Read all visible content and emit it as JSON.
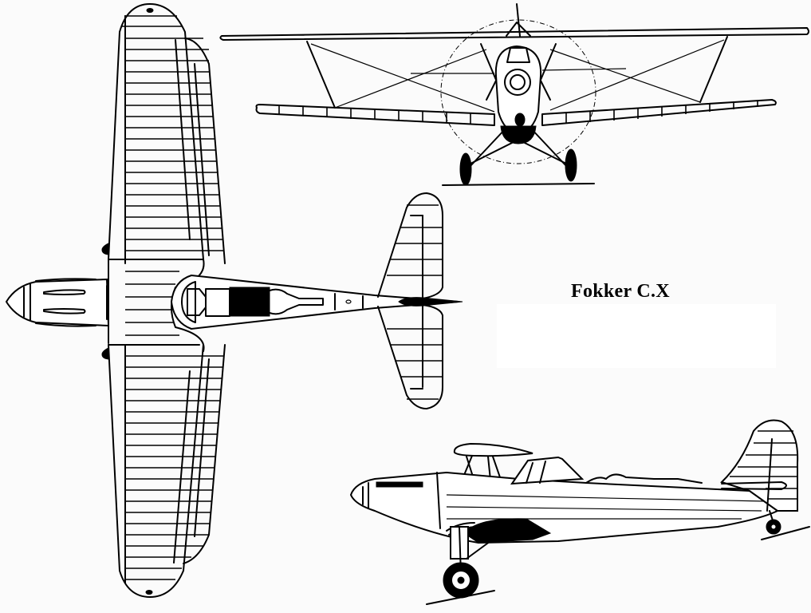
{
  "title": "Fokker C.X",
  "drawing": {
    "type": "three-view aircraft line drawing",
    "views": [
      {
        "name": "top view",
        "description": "plan view, nose pointing left"
      },
      {
        "name": "front view",
        "description": "biplane front view with propeller disc"
      },
      {
        "name": "side view",
        "description": "profile view, nose pointing left, on ground"
      }
    ],
    "colors": {
      "line": "#000000",
      "background": "#fbfbfb",
      "panel": "#ffffff"
    }
  }
}
